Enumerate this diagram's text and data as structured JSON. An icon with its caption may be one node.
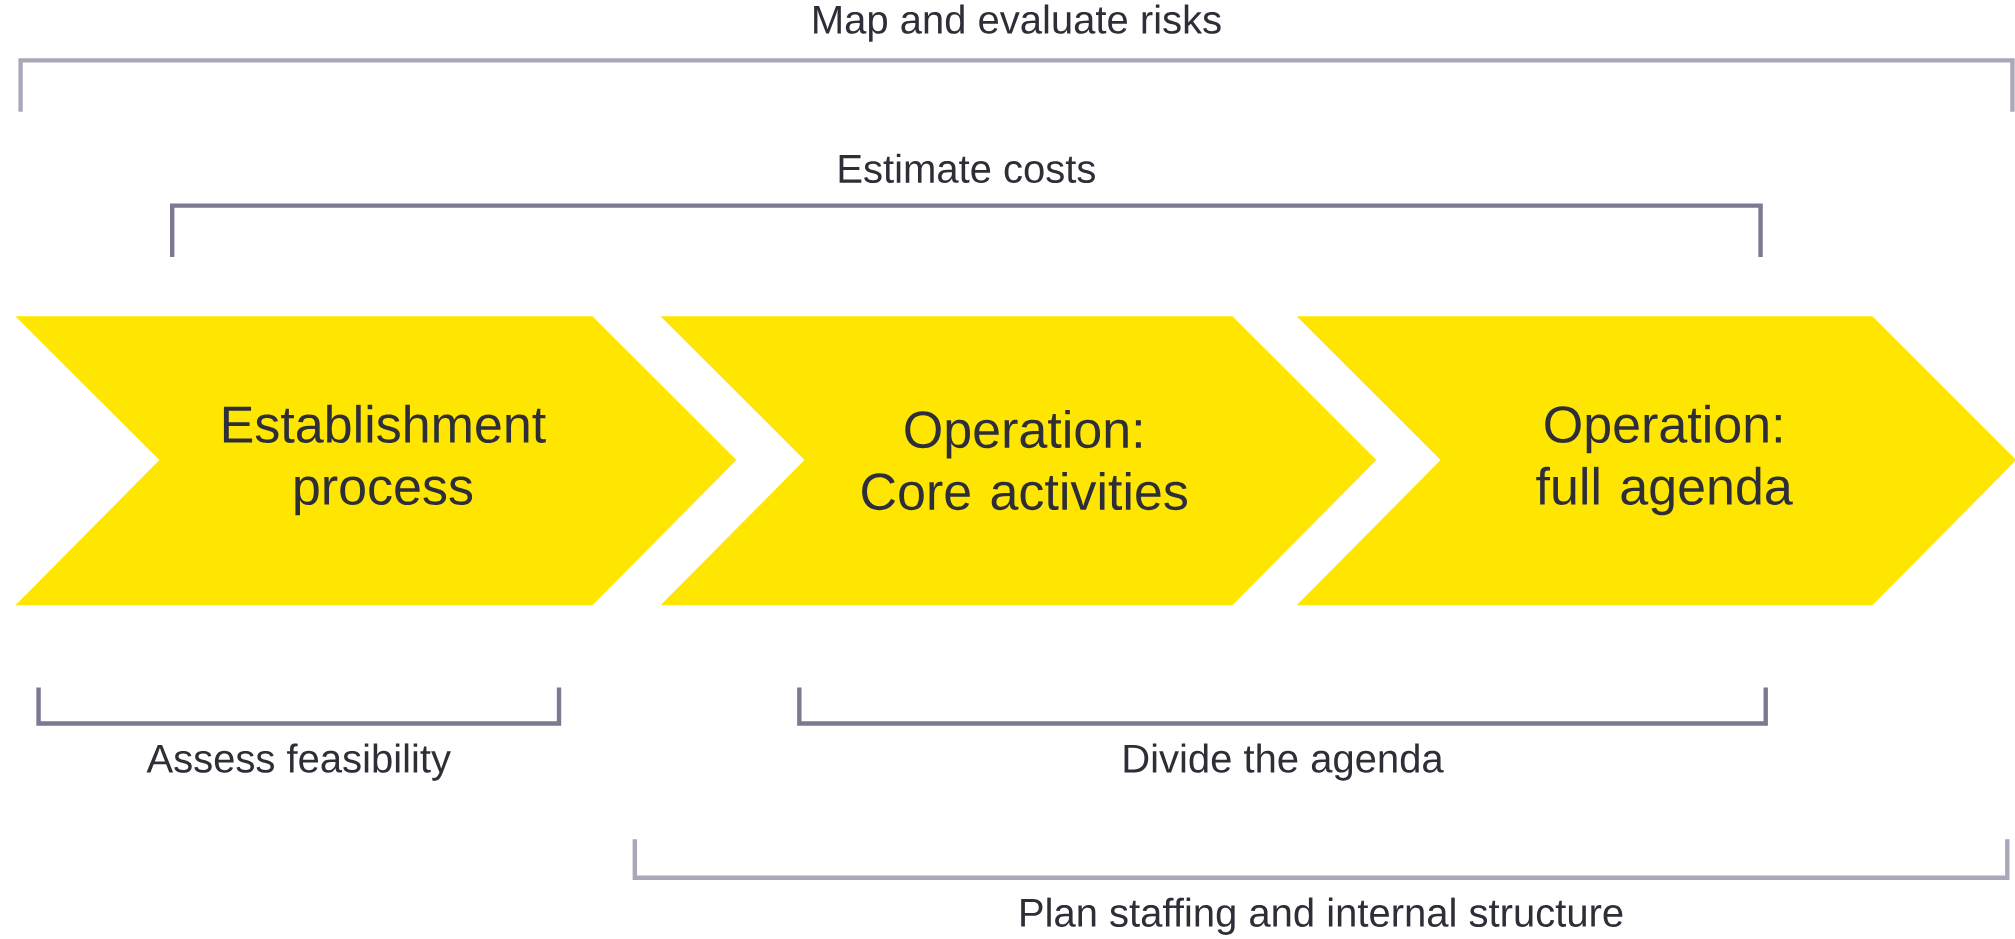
{
  "diagram": {
    "nodes": [
      {
        "text": [
          "Establishment process"
        ]
      },
      {
        "text": [
          "Operation: Core activities"
        ]
      },
      {
        "text": [
          "Operation: full agenda"
        ]
      }
    ],
    "labels": [
      "Map and evaluate risks",
      "Estimate costs",
      "Assess feasibility",
      "Divide the agenda",
      "Plan staffing and internal structure"
    ]
  }
}
